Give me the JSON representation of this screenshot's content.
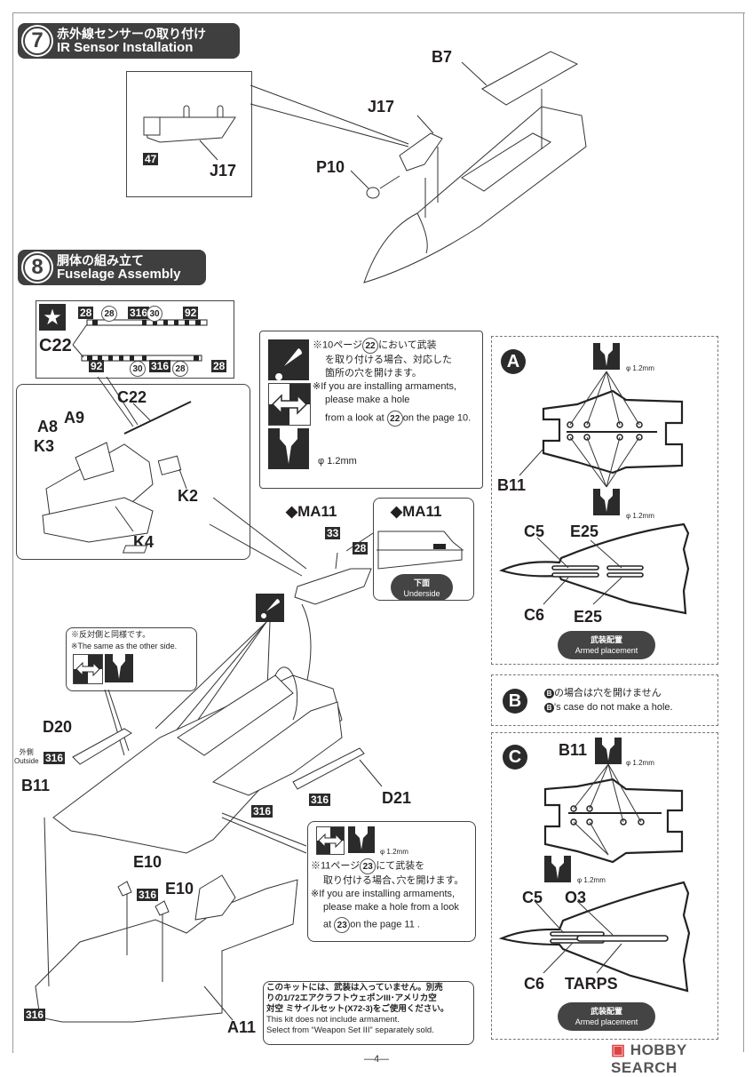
{
  "step7": {
    "number": "7",
    "title_jp": "赤外線センサーの取り付け",
    "title_en": "IR Sensor Installation",
    "labels": {
      "B7": "B7",
      "J17": "J17",
      "P10": "P10",
      "J17_detail": "J17"
    },
    "paint_code": "47"
  },
  "step8": {
    "number": "8",
    "title_jp": "胴体の組み立て",
    "title_en": "Fuselage Assembly",
    "decal_box": {
      "part": "C22",
      "top_codes": [
        "28",
        "28",
        "316",
        "30",
        "92"
      ],
      "bottom_codes": [
        "92",
        "30",
        "316",
        "28",
        "28"
      ],
      "circled_codes": [
        "28",
        "30",
        "30",
        "28"
      ]
    },
    "subassembly_labels": {
      "C22": "C22",
      "A9": "A9",
      "A8": "A8",
      "K3": "K3",
      "K2": "K2",
      "K4": "K4"
    },
    "armament_note": {
      "jp_1": "※10ページ",
      "ref": "22",
      "jp_1b": "において武装",
      "jp_2": "を取り付ける場合、対応した",
      "jp_3": "箇所の穴を開けます。",
      "en_1": "※If you are installing armaments,",
      "en_2": "please make a hole",
      "en_3a": "from a look at ",
      "en_3b": "on the page 10.",
      "drill": "φ 1.2mm"
    },
    "decal_ma11": {
      "label": "MA11",
      "code_33": "33",
      "code_28": "28",
      "detail_label": "MA11",
      "underside_jp": "下面",
      "underside_en": "Underside"
    },
    "same_side_note": {
      "jp": "※反対側と同様です。",
      "en": "※The same as the other side."
    },
    "main_labels": {
      "D20": "D20",
      "B11": "B11",
      "D21": "D21",
      "E10a": "E10",
      "E10b": "E10",
      "A11": "A11"
    },
    "outside": {
      "jp": "外側",
      "en": "Outside",
      "code": "316"
    },
    "codes_316": [
      "316",
      "316",
      "316",
      "316",
      "316"
    ],
    "armament_note2": {
      "drill": "φ 1.2mm",
      "jp_1a": "※11ページ",
      "ref": "23",
      "jp_1b": "にて武装を",
      "jp_2": "取り付ける場合､穴を開けます。",
      "en_1": "※If you are installing armaments,",
      "en_2": "please make a hole from a look",
      "en_3a": "at ",
      "en_3b": "on the page 11 ."
    },
    "kit_note": {
      "jp_1": "このキットには、武装は入っていません。別売",
      "jp_2": "りの1/72エアクラフトウェポンIII･アメリカ空",
      "jp_3": "対空 ミサイルセット(X72-3)をご使用ください。",
      "en_1": "This kit does not include armament.",
      "en_2": "Select from “Weapon Set III” separately sold."
    }
  },
  "panel_a": {
    "letter": "A",
    "drill_top": "φ 1.2mm",
    "part": "B11",
    "drill_bottom": "φ 1.2mm",
    "labels": {
      "C5": "C5",
      "E25a": "E25",
      "C6": "C6",
      "E25b": "E25"
    },
    "pill_jp": "武装配置",
    "pill_en": "Armed placement"
  },
  "panel_b": {
    "letter": "B",
    "jp_icon": "B",
    "jp": "の場合は穴を開けません",
    "en_icon": "B",
    "en": "'s case do not make a hole."
  },
  "panel_c": {
    "letter": "C",
    "part": "B11",
    "drill_top": "φ 1.2mm",
    "drill_bottom": "φ 1.2mm",
    "labels": {
      "C5": "C5",
      "O3": "O3",
      "C6": "C6",
      "TARPS": "TARPS"
    },
    "pill_jp": "武装配置",
    "pill_en": "Armed placement"
  },
  "footer": {
    "page": "—4—",
    "watermark": "HOBBY SEARCH"
  }
}
